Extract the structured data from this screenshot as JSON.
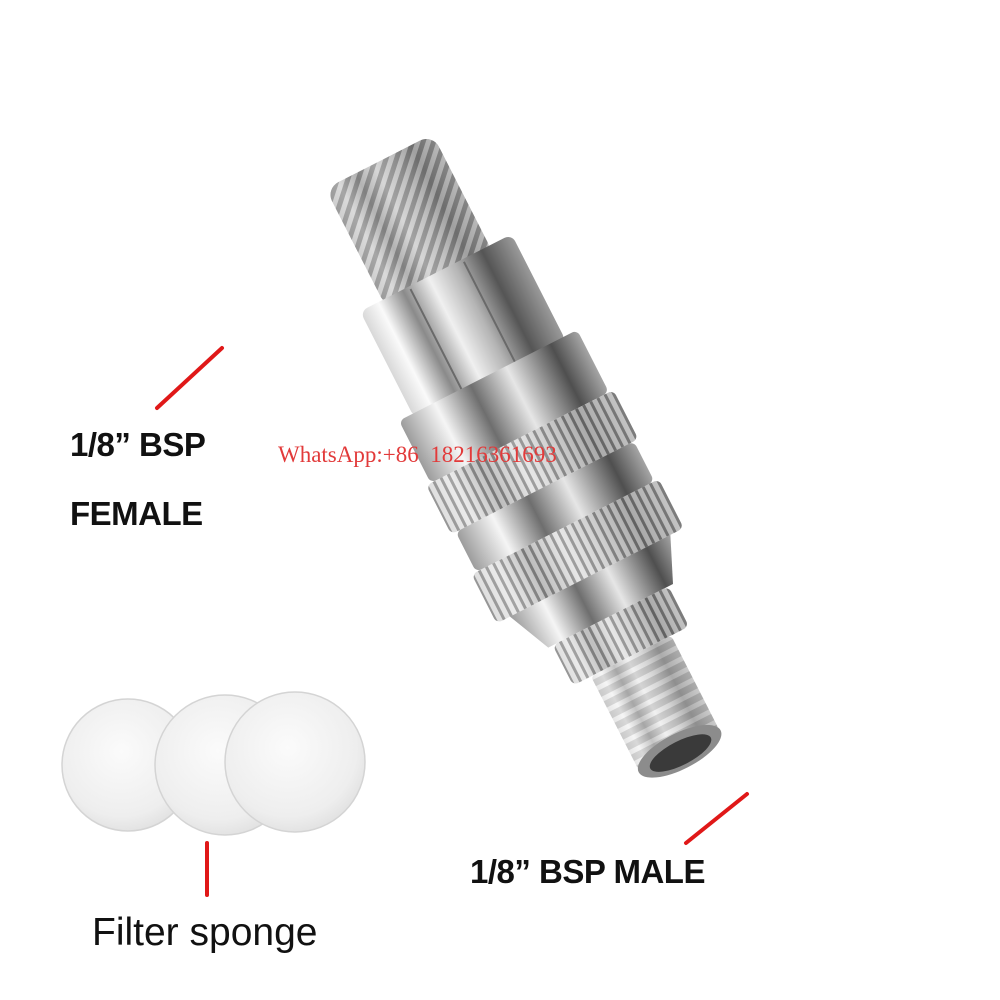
{
  "labels": {
    "female_line1": "1/8” BSP",
    "female_line2": "FEMALE",
    "male": "1/8” BSP MALE",
    "filter": "Filter sponge"
  },
  "watermark": "WhatsApp:+86  18216361693",
  "colors": {
    "pointer": "#e01818",
    "label_text": "#111111",
    "watermark": "#e23a3a",
    "metal_light": "#f4f4f4",
    "metal_dark": "#5a5a5a",
    "sponge": "#f0f0f0"
  },
  "filter_sponges": {
    "count": 3
  }
}
